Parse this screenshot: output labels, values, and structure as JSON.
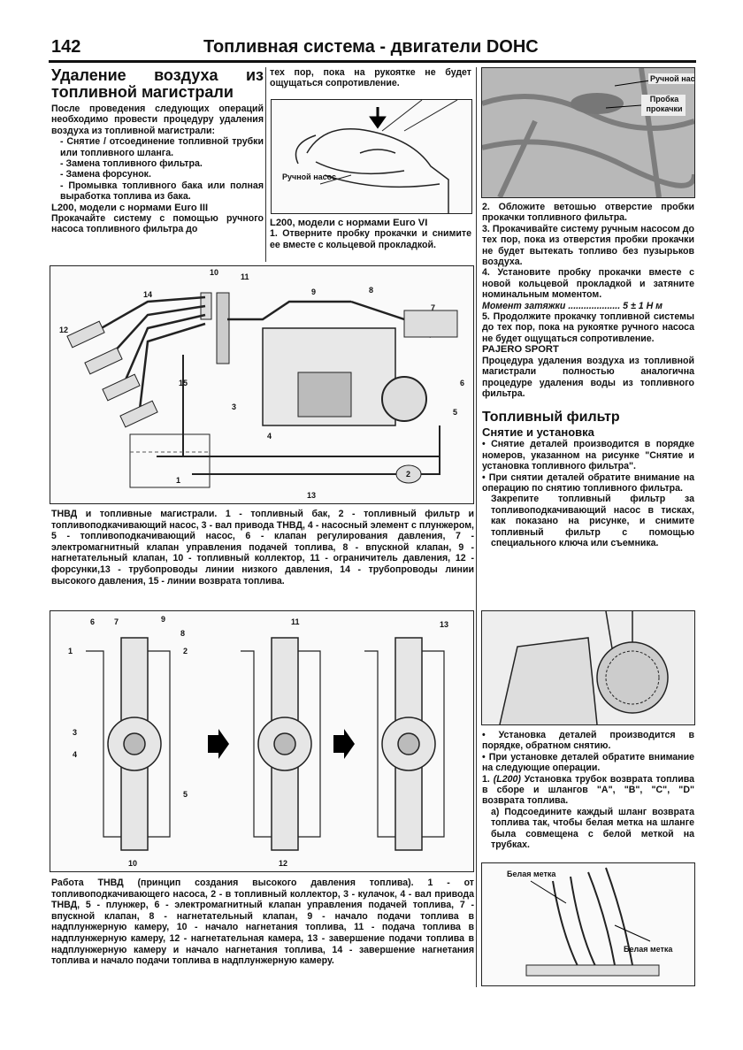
{
  "header": {
    "page_number": "142",
    "title": "Топливная система - двигатели DOHC"
  },
  "left": {
    "title": "Удаление воздуха из топливной магистрали",
    "intro": "После проведения следующих операций необходимо провести процедуру удаления воздуха из топливной магистрали:",
    "items": [
      "- Снятие / отсоединение топливной трубки или топливного шланга.",
      "- Замена топливного фильтра.",
      "- Замена форсунок.",
      "- Промывка топливного бака или полная выработка топлива из бака."
    ],
    "euro3_title": "L200, модели с нормами Euro III",
    "euro3_text": "Прокачайте систему с помощью ручного насоса топливного фильтра до"
  },
  "middle": {
    "cont_text": "тех пор, пока на рукоятке не будет ощущаться сопротивление.",
    "fig_label": "Ручной насос",
    "euro4_title": "L200, модели с нормами Euro VI",
    "step1": "1. Отверните пробку прокачки и снимите ее вместе с кольцевой прокладкой."
  },
  "right": {
    "photo_labels": [
      "Ручной насос",
      "Пробка прокачки"
    ],
    "steps": [
      "2. Обложите ветошью отверстие пробки прокачки топливного фильтра.",
      "3. Прокачивайте систему ручным насосом до тех пор, пока из отверстия пробки прокачки не будет вытекать топливо без пузырьков воздуха.",
      "4. Установите пробку прокачки вместе с новой кольцевой прокладкой и затяните номинальным моментом."
    ],
    "torque_label": "Момент затяжки ....................",
    "torque_value": "5 ± 1 Н м",
    "step5": "5. Продолжите прокачку топливной системы до тех пор, пока на рукоятке ручного насоса не будет ощущаться сопротивление.",
    "pajero_title": "PAJERO SPORT",
    "pajero_text": "Процедура удаления воздуха из топливной магистрали полностью аналогична процедуре удаления воды из топливного фильтра.",
    "filter_title": "Топливный фильтр",
    "filter_sub": "Снятие и установка",
    "bullets1": [
      "• Снятие деталей производится в порядке номеров, указанном на рисунке \"Снятие и установка топливного фильтра\".",
      "• При снятии деталей обратите внимание на операцию по снятию топливного фильтра."
    ],
    "clamp_text": "Закрепите топливный фильтр за топливоподкачивающий насос в тисках, как показано на рисунке, и снимите топливный фильтр с помощью специального ключа или съемника.",
    "bullets2": [
      "• Установка деталей производится в порядке, обратном снятию.",
      "• При установке деталей обратите внимание на следующие операции."
    ],
    "step_l200_model": "(L200)",
    "step_l200": "Установка трубок возврата топлива в сборе и шлангов \"A\", \"B\", \"C\", \"D\" возврата топлива.",
    "step_l200_num": "1.",
    "step_a": "а) Подсоедините каждый шланг возврата топлива так, чтобы белая метка на шланге была совмещена с белой меткой на трубках.",
    "hose_labels": [
      "Белая метка",
      "Белая метка"
    ]
  },
  "fig_system": {
    "numbers": [
      "1",
      "2",
      "3",
      "4",
      "5",
      "6",
      "7",
      "8",
      "9",
      "10",
      "11",
      "12",
      "13",
      "14",
      "15"
    ],
    "caption": "ТНВД и топливные магистрали. 1 - топливный бак, 2 - топливный фильтр и топливоподкачивающий насос, 3 - вал привода ТНВД, 4 - насосный элемент с плунжером, 5 - топливоподкачивающий насос, 6 - клапан регулирования давления, 7 - электромагнитный клапан управления подачей топлива, 8 - впускной клапан, 9 - нагнетательный клапан, 10 - топливный коллектор, 11 - ограничитель давления, 12 - форсунки,13 - трубопроводы линии низкого давления, 14 - трубопроводы линии высокого давления, 15 - линии возврата топлива."
  },
  "fig_pump": {
    "numbers": [
      "1",
      "2",
      "3",
      "4",
      "5",
      "6",
      "7",
      "8",
      "9",
      "10",
      "11",
      "12",
      "13"
    ],
    "caption": "Работа ТНВД (принцип создания высокого давления топлива). 1 - от топливоподкачивающего насоса, 2 - в топливный коллектор, 3 - кулачок, 4 - вал привода ТНВД, 5 - плунжер, 6 - электромагнитный клапан управления подачей топлива, 7 - впускной клапан, 8 - нагнетательный клапан, 9 - начало подачи топлива в надплунжерную камеру, 10 - начало нагнетания топлива, 11 - подача топлива в надплунжерную камеру, 12 - нагнетательная камера, 13 - завершение подачи топлива в надплунжерную камеру и начало нагнетания топлива, 14 - завершение нагнетания топлива и начало подачи топлива в надплунжерную камеру."
  }
}
